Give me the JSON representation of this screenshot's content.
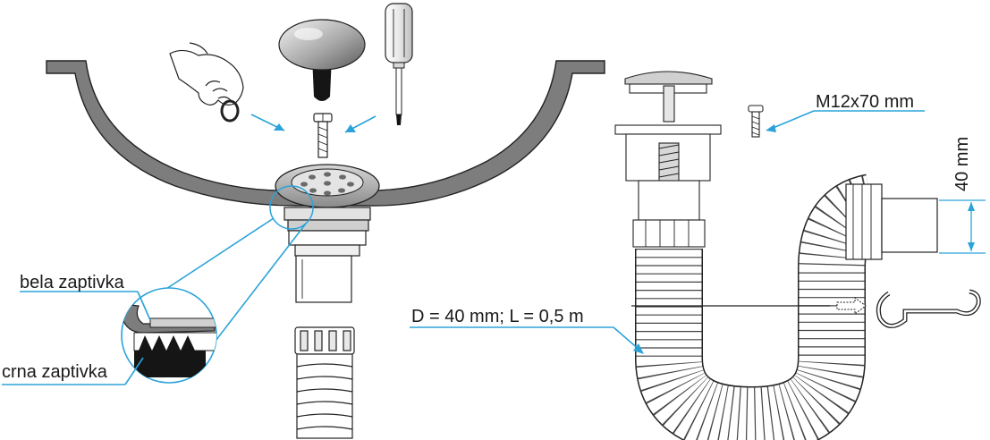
{
  "labels": {
    "white_gasket": "bela zaptivka",
    "black_gasket": "crna zaptivka",
    "screw_size": "M12x70 mm",
    "hose_spec": "D = 40 mm; L = 0,5 m",
    "outlet_diameter": "40 mm"
  },
  "colors": {
    "leader_line": "#2ba3d9",
    "sink_fill": "#7d7d7d",
    "outline": "#222222"
  }
}
